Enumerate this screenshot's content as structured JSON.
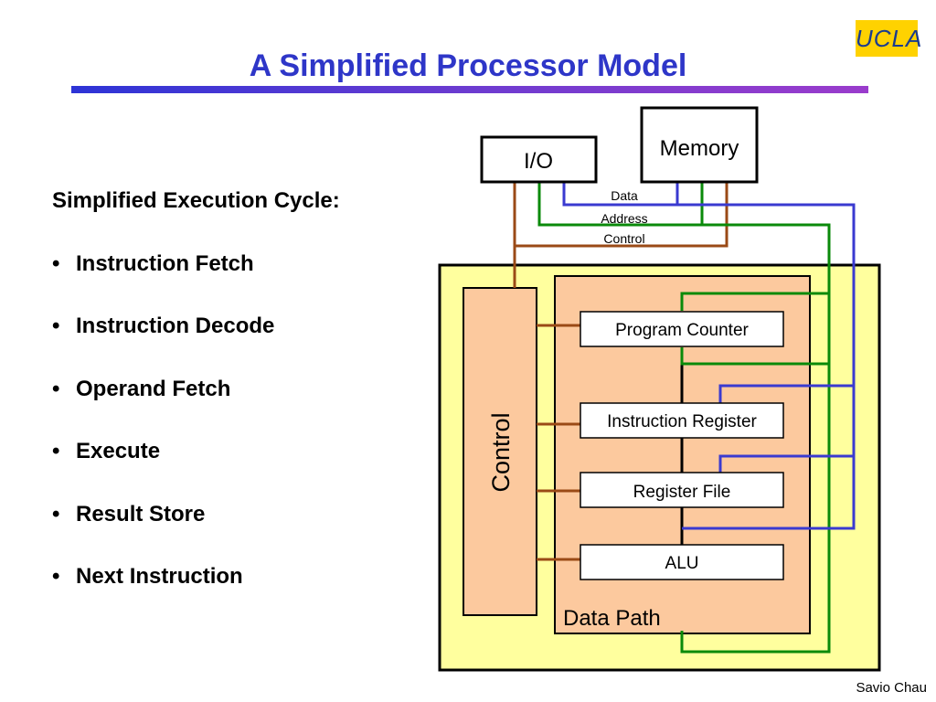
{
  "logo": "UCLA",
  "title": "A Simplified Processor Model",
  "cycle": {
    "heading": "Simplified Execution Cycle:",
    "bullet": "•",
    "steps": [
      "Instruction Fetch",
      "Instruction Decode",
      "Operand Fetch",
      "Execute",
      "Result Store",
      "Next Instruction"
    ]
  },
  "diagram": {
    "memory": "Memory",
    "io": "I/O",
    "bus_labels": {
      "data": "Data",
      "address": "Address",
      "control": "Control"
    },
    "control_unit": "Control",
    "datapath_label": "Data Path",
    "registers": {
      "pc": "Program Counter",
      "ir": "Instruction Register",
      "rf": "Register File",
      "alu": "ALU"
    },
    "colors": {
      "data_bus": "#3a3ad0",
      "address_bus": "#0a8a0a",
      "control_bus": "#9a4a16",
      "processor_bg": "#ffff9e",
      "unit_bg": "#fcc99e"
    }
  },
  "footer": "Savio Chau"
}
